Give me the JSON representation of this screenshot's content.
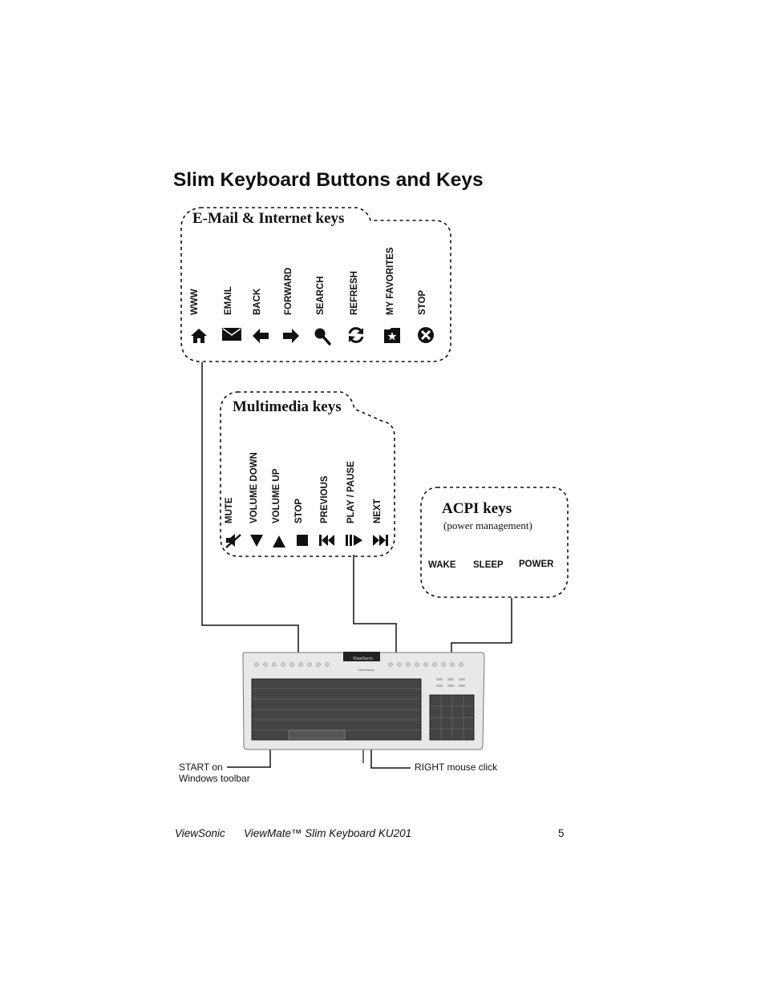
{
  "page": {
    "title": "Slim Keyboard Buttons and Keys"
  },
  "email_internet": {
    "heading": "E-Mail & Internet keys",
    "keys": [
      {
        "label": "WWW",
        "icon": "home-icon"
      },
      {
        "label": "EMAIL",
        "icon": "envelope-icon"
      },
      {
        "label": "BACK",
        "icon": "arrow-left-icon"
      },
      {
        "label": "FORWARD",
        "icon": "arrow-right-icon"
      },
      {
        "label": "SEARCH",
        "icon": "magnifier-icon"
      },
      {
        "label": "REFRESH",
        "icon": "refresh-icon"
      },
      {
        "label": "MY FAVORITES",
        "icon": "favorites-folder-icon"
      },
      {
        "label": "STOP",
        "icon": "stop-x-icon"
      }
    ]
  },
  "multimedia": {
    "heading": "Multimedia keys",
    "keys": [
      {
        "label": "MUTE",
        "icon": "mute-icon"
      },
      {
        "label": "VOLUME DOWN",
        "icon": "volume-down-icon"
      },
      {
        "label": "VOLUME UP",
        "icon": "volume-up-icon"
      },
      {
        "label": "STOP",
        "icon": "stop-square-icon"
      },
      {
        "label": "PREVIOUS",
        "icon": "previous-track-icon"
      },
      {
        "label": "PLAY / PAUSE",
        "icon": "play-pause-icon"
      },
      {
        "label": "NEXT",
        "icon": "next-track-icon"
      }
    ]
  },
  "acpi": {
    "heading": "ACPI keys",
    "subheading": "(power management)",
    "keys": [
      "WAKE",
      "SLEEP",
      "POWER"
    ]
  },
  "callouts": {
    "start_line1": "START on",
    "start_line2": "Windows toolbar",
    "right_click": "RIGHT mouse click"
  },
  "keyboard": {
    "brand": "ViewSonic"
  },
  "footer": {
    "brand": "ViewSonic",
    "product": "ViewMate™ Slim Keyboard KU201",
    "page_number": "5"
  }
}
